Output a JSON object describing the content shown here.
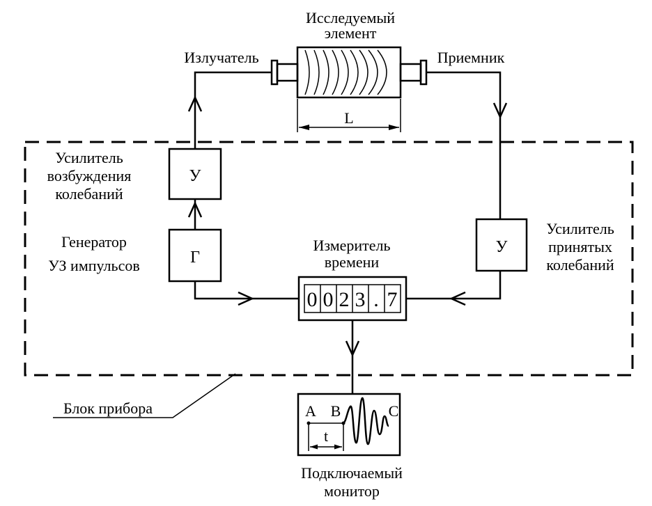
{
  "labels": {
    "element_line1": "Исследуемый",
    "element_line2": "элемент",
    "emitter": "Излучатель",
    "receiver": "Приемник",
    "length": "L",
    "amp_excite_line1": "Усилитель",
    "amp_excite_line2": "возбуждения",
    "amp_excite_line3": "колебаний",
    "generator_line1": "Генератор",
    "generator_line2": "УЗ импульсов",
    "meter_line1": "Измеритель",
    "meter_line2": "времени",
    "amp_recv_line1": "Усилитель",
    "amp_recv_line2": "принятых",
    "amp_recv_line3": "колебаний",
    "device_block": "Блок прибора",
    "monitor_line1": "Подключаемый",
    "monitor_line2": "монитор"
  },
  "boxes": {
    "amp_excite": "У",
    "generator": "Г",
    "amp_recv": "У"
  },
  "display": {
    "digits": [
      "0",
      "0",
      "2",
      "3",
      ".",
      "7"
    ]
  },
  "monitor": {
    "point_a": "A",
    "point_b": "B",
    "point_c": "C",
    "interval": "t"
  }
}
